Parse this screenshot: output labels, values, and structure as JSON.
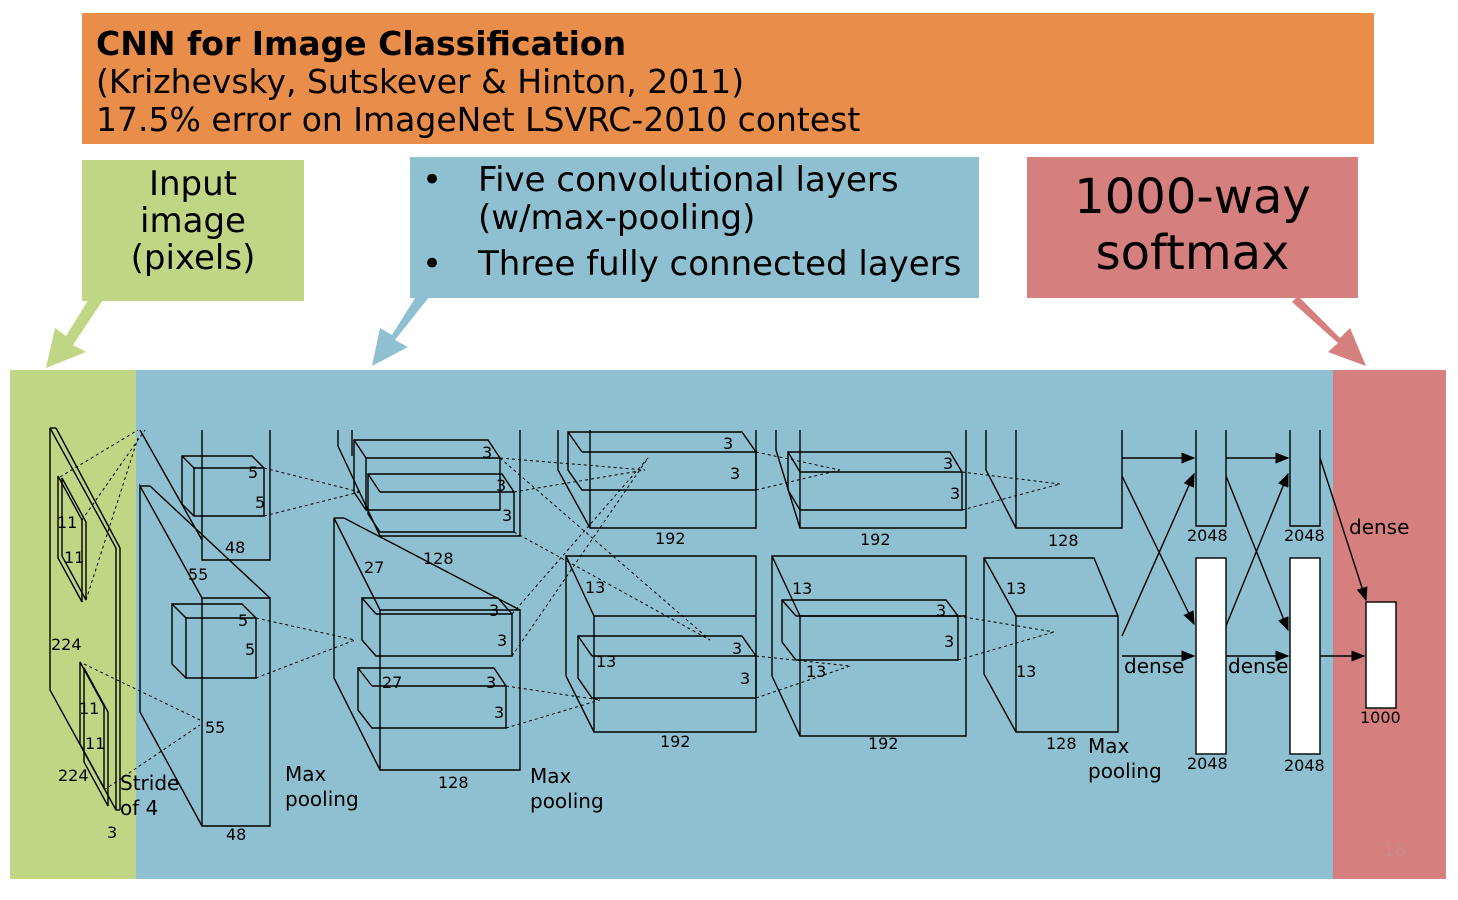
{
  "title": {
    "line1": "CNN for Image Classification",
    "line2": "(Krizhevsky, Sutskever & Hinton, 2011)",
    "line3": "17.5% error on ImageNet LSVRC-2010 contest"
  },
  "callouts": {
    "input": [
      "Input",
      "image",
      "(pixels)"
    ],
    "layers": {
      "bullet": "•",
      "item1_line1": "Five convolutional layers",
      "item1_line2": "(w/max-pooling)",
      "item2": "Three fully connected layers"
    },
    "softmax": [
      "1000-way",
      "softmax"
    ]
  },
  "colors": {
    "title_bg": "#e98d4a",
    "input_bg": "#c0d685",
    "layers_bg": "#8fc0d1",
    "softmax_bg": "#d57f7e"
  },
  "diagram": {
    "input_labels": {
      "k11a": "11",
      "k11b": "11",
      "size224a": "224",
      "k11c": "11",
      "k11d": "11",
      "size224b": "224",
      "depth3": "3",
      "stride1": "Stride",
      "stride2": "of 4"
    },
    "conv1": {
      "k5a": "5",
      "k5b": "5",
      "d48a": "48",
      "size55a": "55",
      "k5c": "5",
      "k5d": "5",
      "size55b": "55",
      "d48b": "48",
      "pool1": "Max",
      "pool2": "pooling"
    },
    "conv2": {
      "k3a": "3",
      "k3b": "3",
      "k3c": "3",
      "d128a": "128",
      "size27a": "27",
      "k3d": "3",
      "k3e": "3",
      "size27b": "27",
      "k3f": "3",
      "k3g": "3",
      "d128b": "128",
      "pool1": "Max",
      "pool2": "pooling"
    },
    "conv3": {
      "k3a": "3",
      "k3b": "3",
      "d192a": "192",
      "size13a": "13",
      "size13b": "13",
      "k3c": "3",
      "k3d": "3",
      "d192b": "192"
    },
    "conv4": {
      "k3a": "3",
      "k3b": "3",
      "d192a": "192",
      "size13a": "13",
      "k3c": "3",
      "k3d": "3",
      "size13b": "13",
      "d192b": "192"
    },
    "conv5": {
      "d128a": "128",
      "size13a": "13",
      "size13b": "13",
      "d128b": "128",
      "pool1": "Max",
      "pool2": "pooling"
    },
    "dense": {
      "fc1a": "2048",
      "fc1b": "2048",
      "fc2a": "2048",
      "fc2b": "2048",
      "dense1": "dense",
      "dense2": "dense",
      "dense3": "dense",
      "out": "1000"
    }
  },
  "page_number": "16"
}
